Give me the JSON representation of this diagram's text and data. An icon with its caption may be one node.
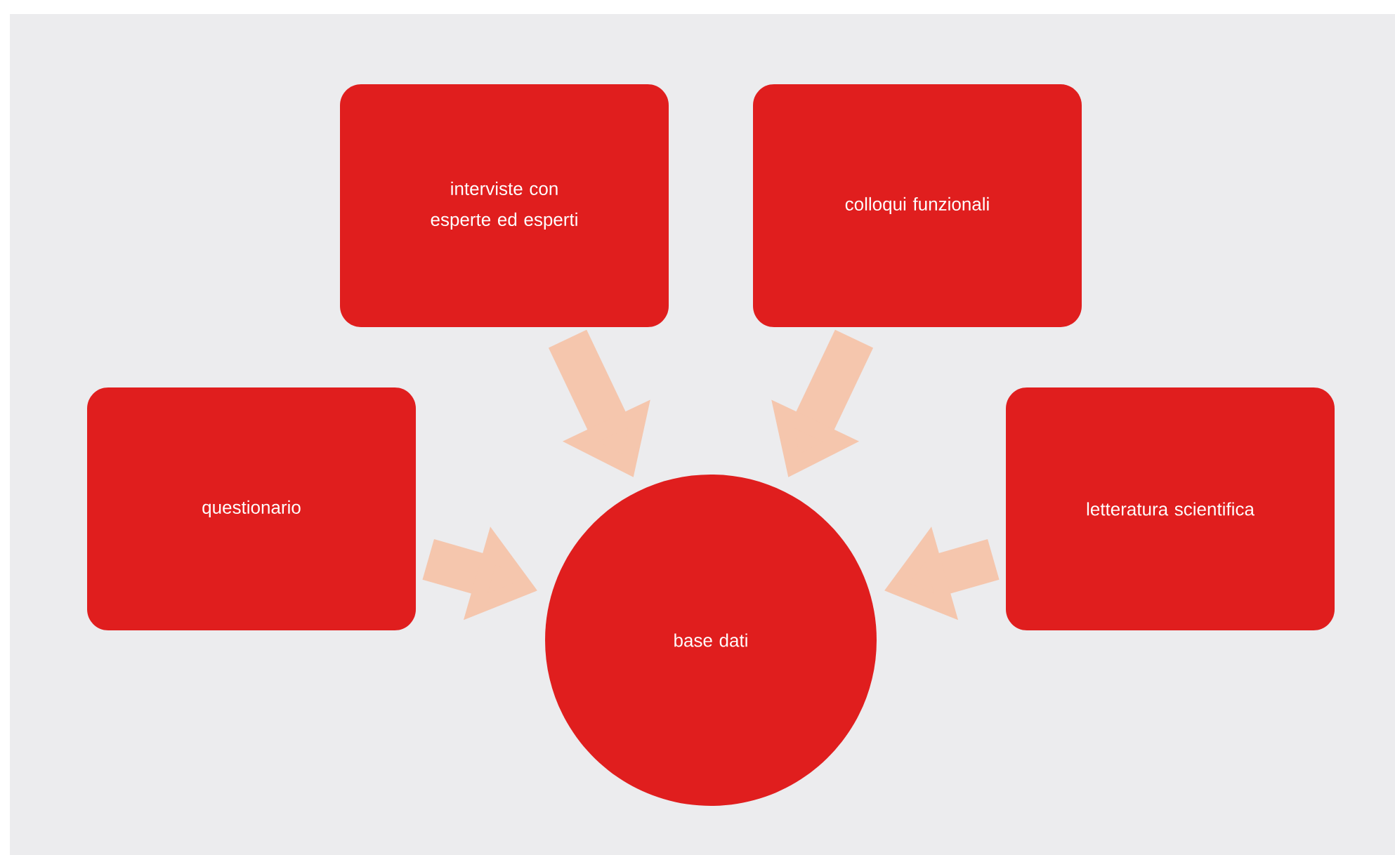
{
  "diagram": {
    "nodes": [
      {
        "text": [
          "interviste con esperte ed esperti"
        ]
      },
      {
        "text": [
          "colloqui funzionali"
        ]
      },
      {
        "text": [
          "questionario"
        ]
      },
      {
        "text": [
          "letteratura scientifica"
        ]
      },
      {
        "text": [
          "base dati"
        ]
      }
    ],
    "edges": [
      {
        "from": 0,
        "to": 4,
        "arrow": "to"
      },
      {
        "from": 1,
        "to": 4,
        "arrow": "to"
      },
      {
        "from": 2,
        "to": 4,
        "arrow": "to"
      },
      {
        "from": 3,
        "to": 4,
        "arrow": "to"
      }
    ]
  }
}
